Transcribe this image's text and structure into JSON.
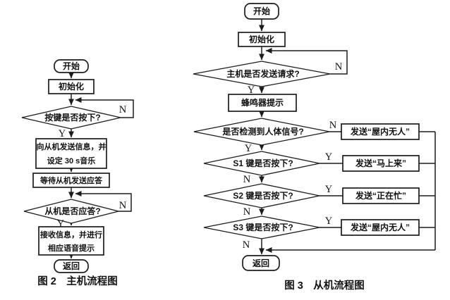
{
  "colors": {
    "background": "#ffffff",
    "line": "#1c1c1c",
    "text": "#111111"
  },
  "labels": {
    "yes": "Y",
    "no": "N"
  },
  "left_chart": {
    "caption": "图 2　主机流程图",
    "nodes": {
      "start": "开始",
      "init": "初始化",
      "key_pressed": "按键是否按下?",
      "send_info_line1": "向从机发送信息，并",
      "send_info_line2": "设定 30 s音乐",
      "wait_reply": "等待从机发送应答",
      "slave_reply": "从机是否应答?",
      "receive_line1": "接收信息，并进行",
      "receive_line2": "相应语音提示",
      "end": "返回"
    }
  },
  "right_chart": {
    "caption": "图 3　从机流程图",
    "nodes": {
      "start": "开始",
      "init": "初始化",
      "master_request": "主机是否发送请求?",
      "buzzer": "蜂鸣器提示",
      "human_signal": "是否检测到人体信号?",
      "s1_pressed": "S1 键是否按下?",
      "s2_pressed": "S2 键是否按下?",
      "s3_pressed": "S3 键是否按下?",
      "send_nobody_top": "发送“屋内无人”",
      "send_coming": "发送“马上来”",
      "send_busy": "发送“正在忙”",
      "send_nobody_bottom": "发送“屋内无人”",
      "end": "返回"
    }
  }
}
